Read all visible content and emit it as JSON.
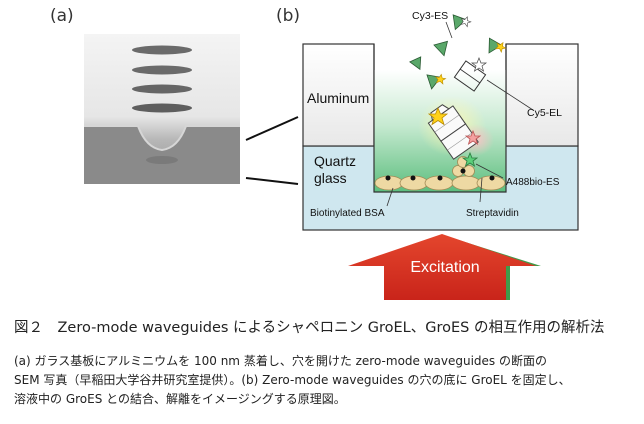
{
  "panel_a_label": "(a)",
  "panel_b_label": "(b)",
  "diagram": {
    "aluminum": "Aluminum",
    "quartz_line1": "Quartz",
    "quartz_line2": "glass",
    "cy3_es": "Cy3-ES",
    "cy5_el": "Cy5-EL",
    "a488bio_es": "A488bio-ES",
    "biotinylated_bsa": "Biotinylated BSA",
    "streptavidin": "Streptavidin",
    "excitation": "Excitation"
  },
  "caption": {
    "title": "図２　Zero-mode waveguides によるシャペロニン GroEL、GroES の相互作用の解析法",
    "line1": "(a) ガラス基板にアルミニウムを 100 nm 蒸着し、穴を開けた zero-mode waveguides の断面の",
    "line2": "SEM 写真（早稲田大学谷井研究室提供）。(b) Zero-mode waveguides の穴の底に GroEL を固定し、",
    "line3": "溶液中の GroES との結合、解離をイメージングする原理図。"
  }
}
